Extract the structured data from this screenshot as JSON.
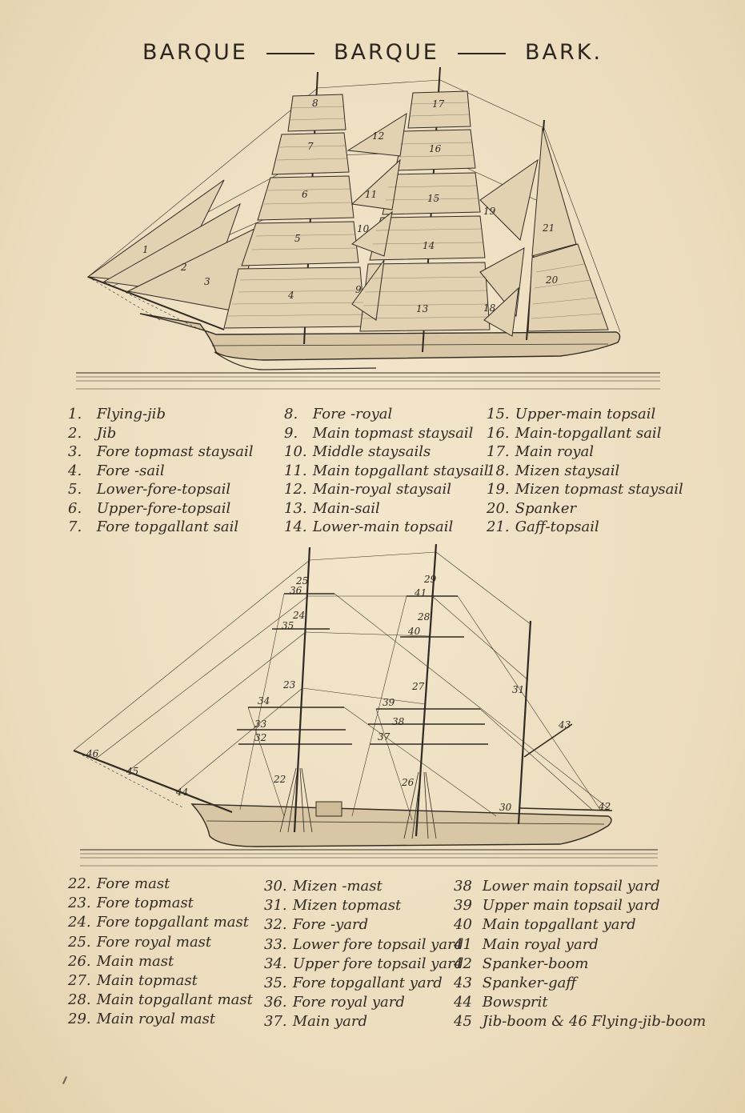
{
  "title": {
    "part1": "BARQUE",
    "part2": "BARQUE",
    "part3": "BARK."
  },
  "sails_legend": {
    "col1": [
      {
        "num": "1.",
        "label": "Flying-jib"
      },
      {
        "num": "2.",
        "label": "Jib"
      },
      {
        "num": "3.",
        "label": "Fore topmast staysail"
      },
      {
        "num": "4.",
        "label": "Fore -sail"
      },
      {
        "num": "5.",
        "label": "Lower-fore-topsail"
      },
      {
        "num": "6.",
        "label": "Upper-fore-topsail"
      },
      {
        "num": "7.",
        "label": "Fore topgallant sail"
      }
    ],
    "col2": [
      {
        "num": "8.",
        "label": "Fore -royal"
      },
      {
        "num": "9.",
        "label": "Main topmast staysail"
      },
      {
        "num": "10.",
        "label": "Middle staysails"
      },
      {
        "num": "11.",
        "label": "Main topgallant staysail"
      },
      {
        "num": "12.",
        "label": "Main-royal staysail"
      },
      {
        "num": "13.",
        "label": "Main-sail"
      },
      {
        "num": "14.",
        "label": "Lower-main topsail"
      }
    ],
    "col3": [
      {
        "num": "15.",
        "label": "Upper-main topsail"
      },
      {
        "num": "16.",
        "label": "Main-topgallant sail"
      },
      {
        "num": "17.",
        "label": "Main royal"
      },
      {
        "num": "18.",
        "label": "Mizen staysail"
      },
      {
        "num": "19.",
        "label": "Mizen topmast staysail"
      },
      {
        "num": "20.",
        "label": "Spanker"
      },
      {
        "num": "21.",
        "label": "Gaff-topsail"
      }
    ]
  },
  "spars_legend": {
    "col1": [
      {
        "num": "22.",
        "label": "Fore mast"
      },
      {
        "num": "23.",
        "label": "Fore topmast"
      },
      {
        "num": "24.",
        "label": "Fore topgallant mast"
      },
      {
        "num": "25.",
        "label": "Fore royal mast"
      },
      {
        "num": "26.",
        "label": "Main mast"
      },
      {
        "num": "27.",
        "label": "Main topmast"
      },
      {
        "num": "28.",
        "label": "Main topgallant mast"
      },
      {
        "num": "29.",
        "label": "Main royal mast"
      }
    ],
    "col2": [
      {
        "num": "30.",
        "label": "Mizen -mast"
      },
      {
        "num": "31.",
        "label": "Mizen topmast"
      },
      {
        "num": "32.",
        "label": "Fore -yard"
      },
      {
        "num": "33.",
        "label": "Lower fore topsail yard"
      },
      {
        "num": "34.",
        "label": "Upper fore topsail yard"
      },
      {
        "num": "35.",
        "label": "Fore topgallant yard"
      },
      {
        "num": "36.",
        "label": "Fore royal yard"
      },
      {
        "num": "37.",
        "label": "Main yard"
      }
    ],
    "col3": [
      {
        "num": "38",
        "label": "Lower main topsail yard"
      },
      {
        "num": "39",
        "label": "Upper main topsail yard"
      },
      {
        "num": "40",
        "label": "Main topgallant yard"
      },
      {
        "num": "41",
        "label": "Main royal yard"
      },
      {
        "num": "42",
        "label": "Spanker-boom"
      },
      {
        "num": "43",
        "label": "Spanker-gaff"
      },
      {
        "num": "44",
        "label": "Bowsprit"
      },
      {
        "num": "45",
        "label": "Jib-boom & 46 Flying-jib-boom"
      }
    ]
  },
  "sail_diagram_numbers": [
    "1",
    "2",
    "3",
    "4",
    "5",
    "6",
    "7",
    "8",
    "9",
    "10",
    "11",
    "12",
    "13",
    "14",
    "15",
    "16",
    "17",
    "18",
    "19",
    "20",
    "21"
  ],
  "spar_diagram_numbers": [
    "22",
    "23",
    "24",
    "25",
    "26",
    "27",
    "28",
    "29",
    "30",
    "31",
    "32",
    "33",
    "34",
    "35",
    "36",
    "37",
    "38",
    "39",
    "40",
    "41",
    "42",
    "43",
    "44",
    "45",
    "46"
  ],
  "colors": {
    "ink": "#2f2a24",
    "paper": "#efe1c5",
    "sail": "#e2d2b2"
  }
}
